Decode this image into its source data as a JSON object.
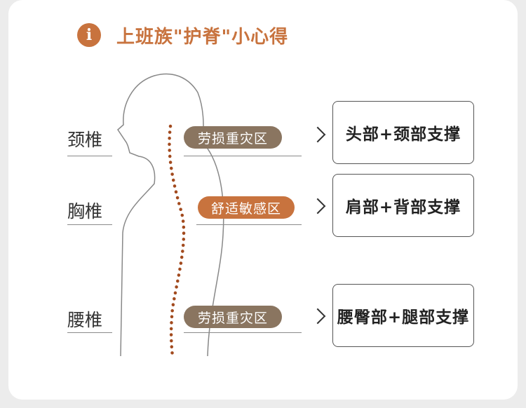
{
  "title": "上班族\"护脊\"小心得",
  "info_icon": "info-icon",
  "colors": {
    "accent": "#c8733e",
    "neutral_pill": "#8a7560"
  },
  "rows": [
    {
      "region": "颈椎",
      "zone": "劳损重灾区",
      "zone_style": "neutral",
      "support": "头部+颈部支撑"
    },
    {
      "region": "胸椎",
      "zone": "舒适敏感区",
      "zone_style": "accent",
      "support": "肩部+背部支撑"
    },
    {
      "region": "腰椎",
      "zone": "劳损重灾区",
      "zone_style": "neutral",
      "support": "腰臀部+腿部支撑"
    }
  ]
}
